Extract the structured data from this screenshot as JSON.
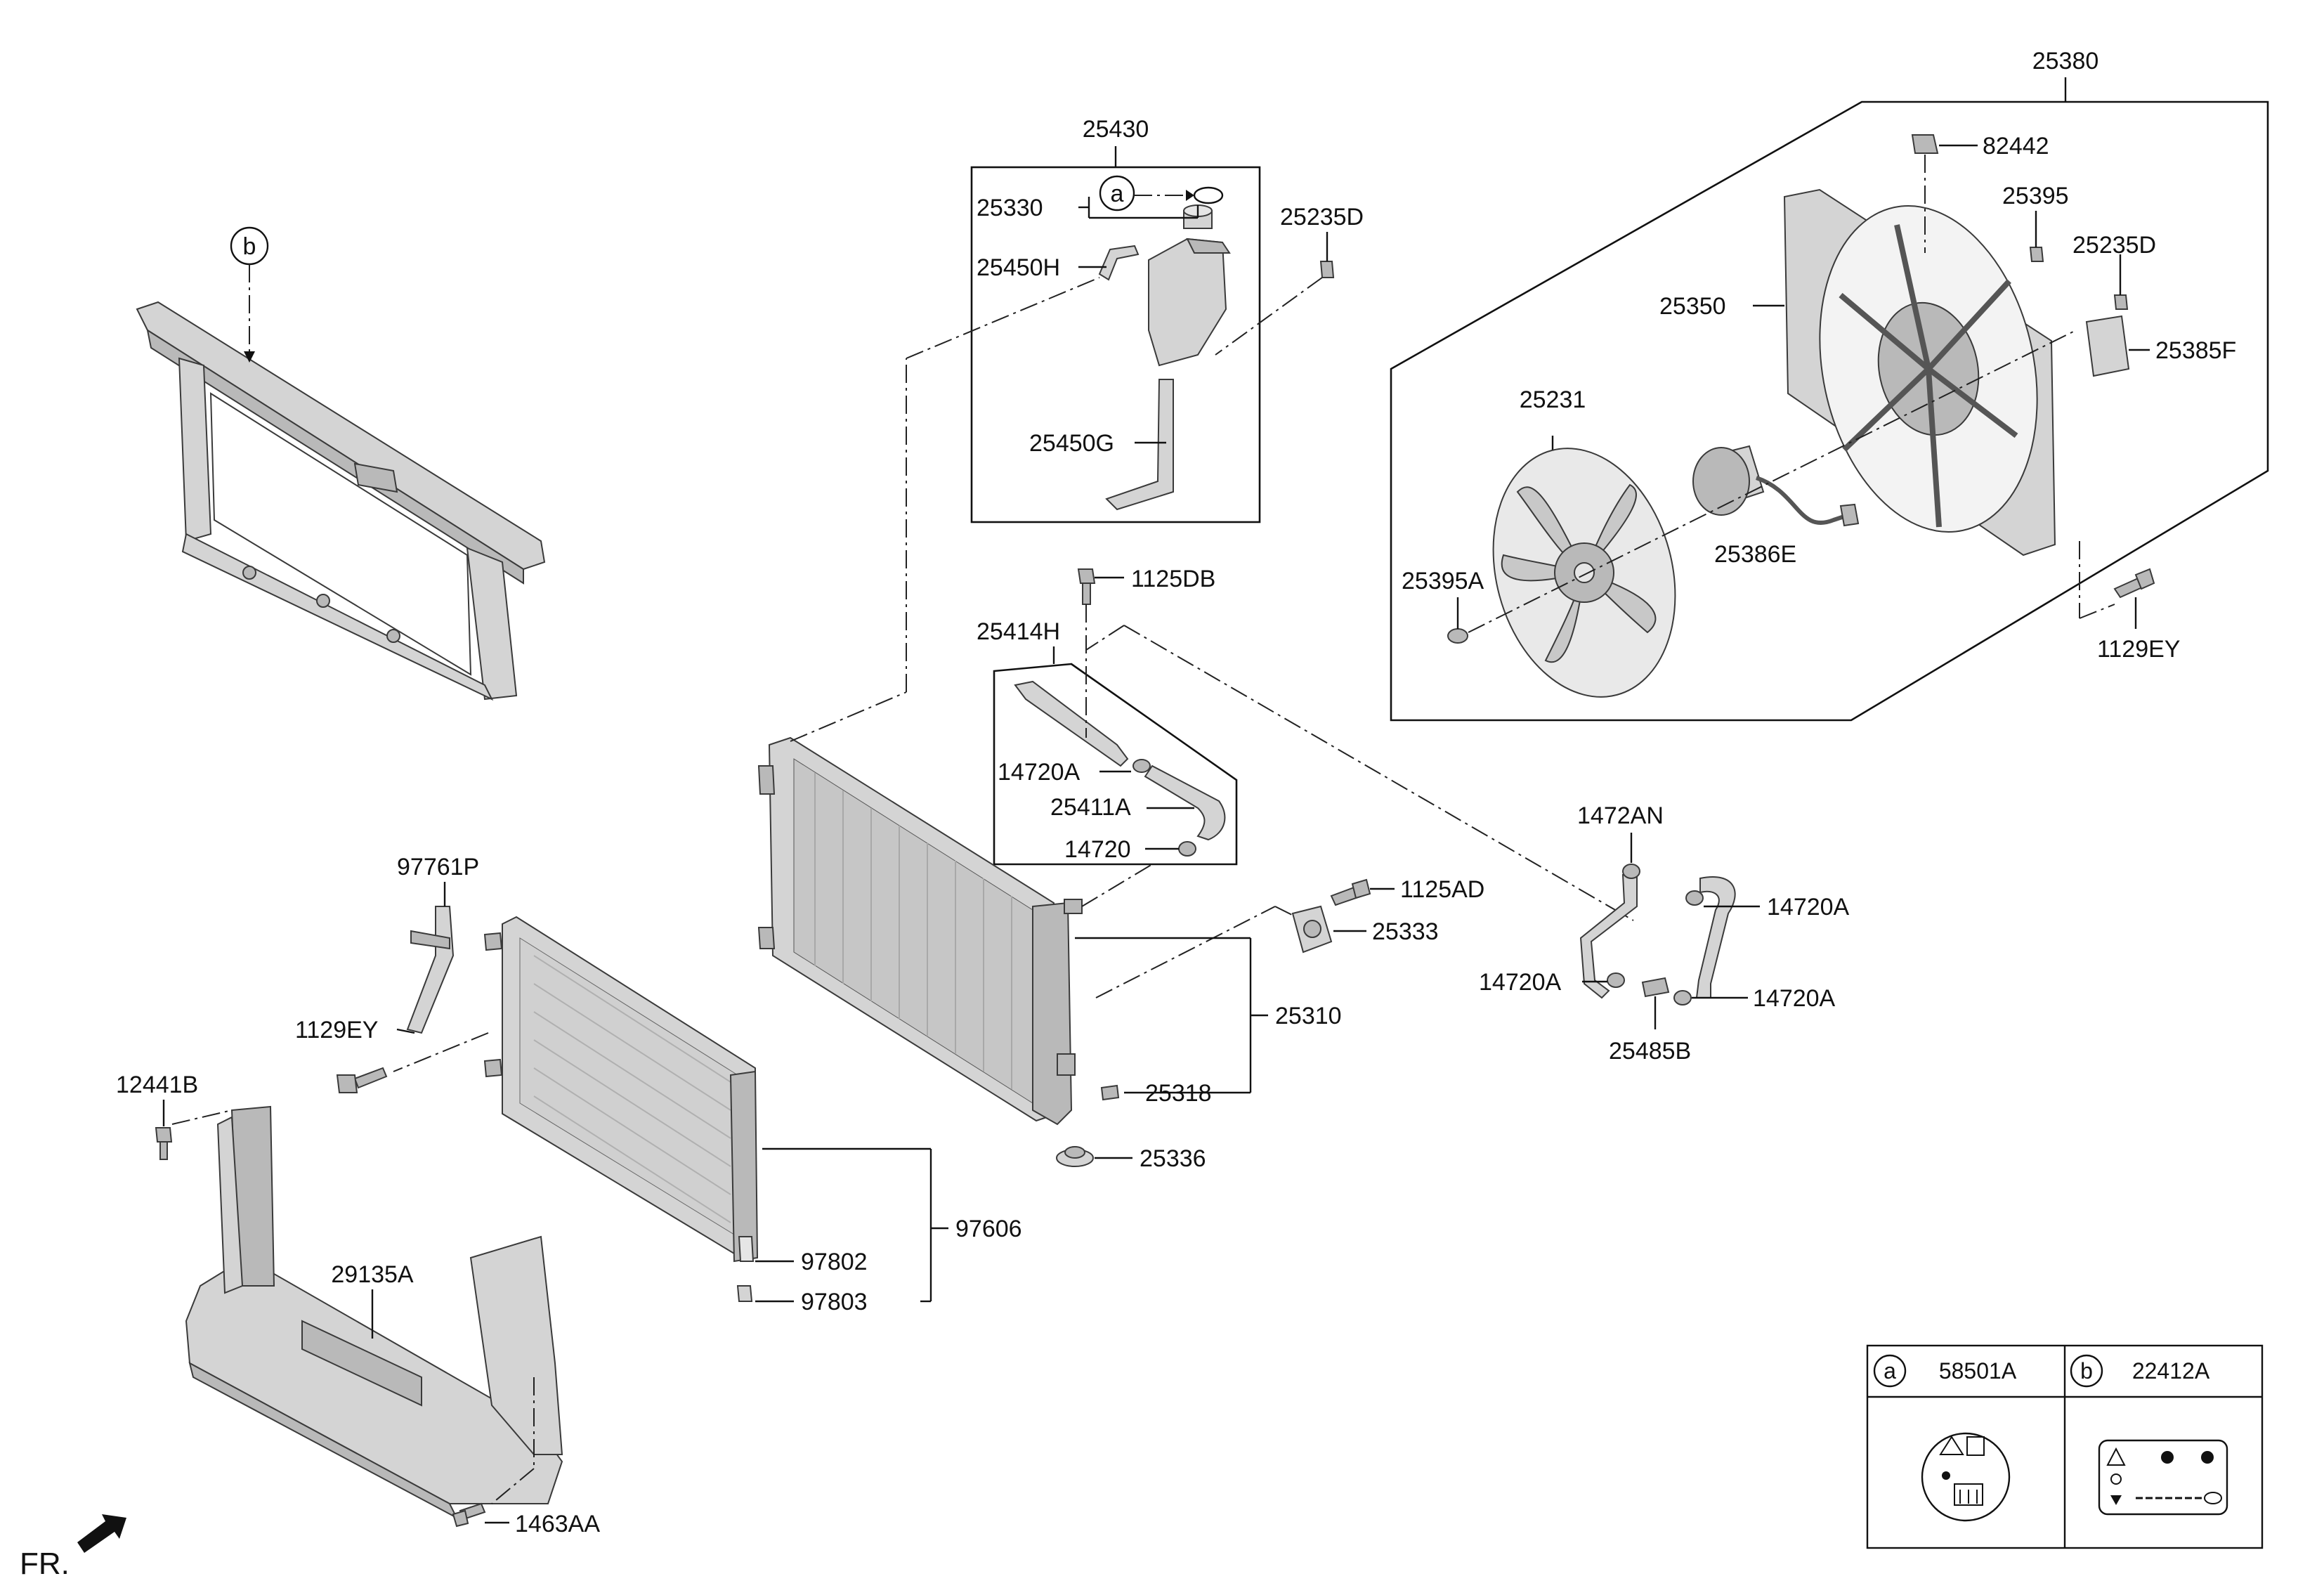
{
  "callouts": {
    "c25380": "25380",
    "c25430": "25430",
    "c25330": "25330",
    "c25450H": "25450H",
    "c25450G": "25450G",
    "c25235D_left": "25235D",
    "c25235D_right": "25235D",
    "c82442": "82442",
    "c25395": "25395",
    "c25350": "25350",
    "c25385F": "25385F",
    "c25231": "25231",
    "c25386E": "25386E",
    "c25395A": "25395A",
    "c1129EY_fan": "1129EY",
    "c1125DB": "1125DB",
    "c25414H": "25414H",
    "c14720A_upper": "14720A",
    "c25411A": "25411A",
    "c14720": "14720",
    "c1472AN": "1472AN",
    "c14720A_right1": "14720A",
    "c14720A_right2": "14720A",
    "c14720A_left": "14720A",
    "c25485B": "25485B",
    "c1125AD": "1125AD",
    "c25333": "25333",
    "c25310": "25310",
    "c25318": "25318",
    "c25336": "25336",
    "c97761P": "97761P",
    "c1129EY_cond": "1129EY",
    "c12441B": "12441B",
    "c29135A": "29135A",
    "c97802": "97802",
    "c97803": "97803",
    "c97606": "97606",
    "c1463AA": "1463AA"
  },
  "circle_refs": {
    "a_tank": "a",
    "b_carrier": "b"
  },
  "legend": {
    "a_letter": "a",
    "a_part": "58501A",
    "b_letter": "b",
    "b_part": "22412A"
  },
  "front_indicator": "FR."
}
